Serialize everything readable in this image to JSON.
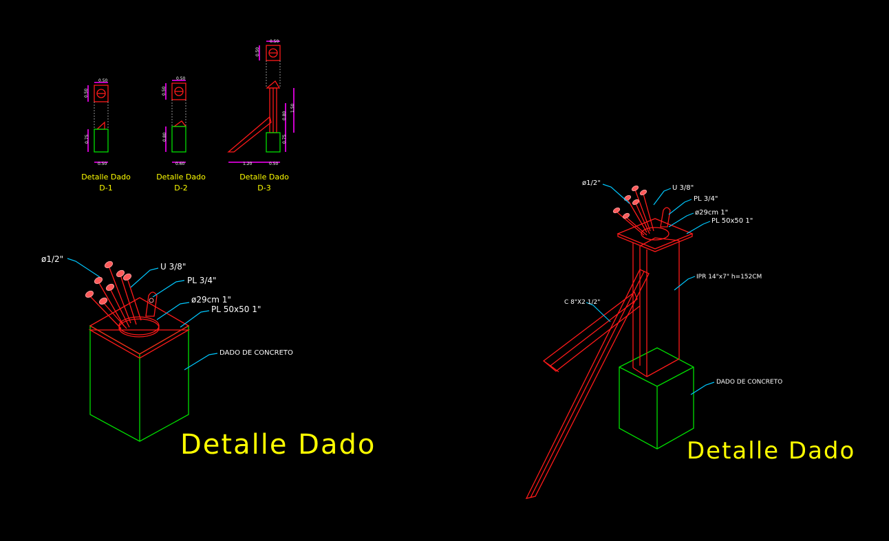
{
  "details": [
    {
      "title": "Detalle Dado",
      "code": "D-1",
      "dims": [
        "0.50",
        "0.50",
        "0.75",
        "0.50"
      ]
    },
    {
      "title": "Detalle Dado",
      "code": "D-2",
      "dims": [
        "0.50",
        "0.50",
        "0.80",
        "0.60"
      ]
    },
    {
      "title": "Detalle Dado",
      "code": "D-3",
      "dims": [
        "0.50",
        "0.50",
        "1.50",
        "0.80",
        "0.75",
        "1.20",
        "0.50"
      ]
    }
  ],
  "iso_left": {
    "title": "Detalle Dado",
    "labels": {
      "rod": "ø1/2\"",
      "u": "U 3/8\"",
      "pl1": "PL 3/4\"",
      "circle": "ø29cm 1\"",
      "pl2": "PL 50x50 1\"",
      "dado": "DADO DE CONCRETO"
    }
  },
  "iso_right": {
    "title": "Detalle Dado",
    "labels": {
      "rod": "ø1/2\"",
      "u": "U 3/8\"",
      "pl1": "PL 3/4\"",
      "circle": "ø29cm 1\"",
      "pl2": "PL 50x50 1\"",
      "ipr": "IPR 14\"x7\" h=152CM",
      "channel": "C 8\"X2 1/2\"",
      "dado": "DADO DE CONCRETO"
    }
  },
  "colors": {
    "background": "#000000",
    "steel": "#ff1a1a",
    "concrete": "#00e000",
    "leader": "#00c8ff",
    "text": "#ffff00",
    "dimension": "#ff00ff"
  }
}
